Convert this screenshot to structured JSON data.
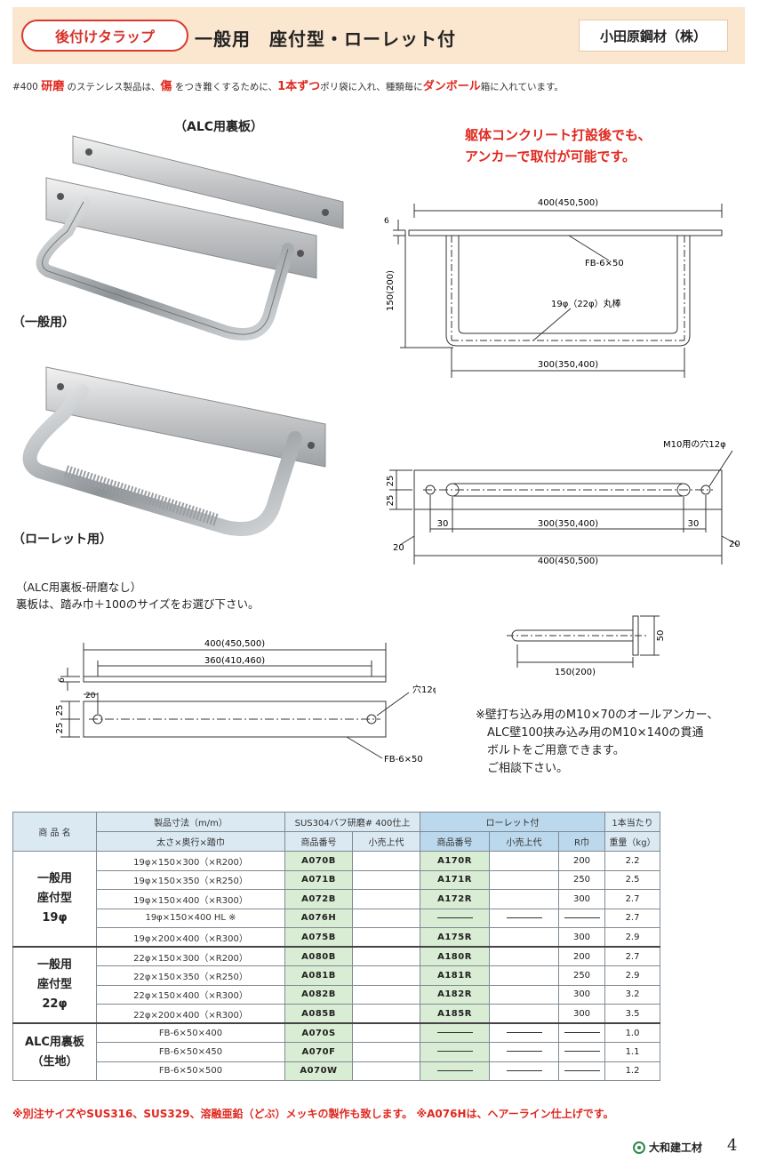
{
  "header": {
    "badge": "後付けタラップ",
    "title": "一般用　座付型・ローレット付",
    "company": "小田原鋼材（株）"
  },
  "intro": {
    "p1": "#400 ",
    "h1": "研磨",
    "p2": " のステンレス製品は、",
    "h2": "傷",
    "p3": " をつき難くするために、",
    "h3": "1本ずつ",
    "p4": "ポリ袋に入れ、種類毎に",
    "h4": "ダンボール",
    "p5": "箱に入れています。"
  },
  "labels": {
    "alc_back": "（ALC用裏板）",
    "general": "（一般用）",
    "knurled": "（ローレット用）"
  },
  "red_note": [
    "躯体コンクリート打設後でも、",
    "アンカーで取付が可能です。"
  ],
  "drawing1": {
    "width": "400(450,500)",
    "plate_t": "6",
    "height": "150(200)",
    "fb": "FB-6×50",
    "rod": "19φ（22φ）丸棒",
    "inner": "300(350,400)"
  },
  "drawing2": {
    "hole": "M10用の穴12φ",
    "h1": "25",
    "h2": "25",
    "edge_l": "30",
    "mid": "300(350,400)",
    "edge_r": "30",
    "off_l": "20",
    "off_r": "20",
    "total": "400(450,500)"
  },
  "alc_note": [
    "（ALC用裏板-研磨なし）",
    "裏板は、踏み巾＋100のサイズをお選び下さい。"
  ],
  "drawing3": {
    "outer": "400(450,500)",
    "inner": "360(410,460)",
    "t": "6",
    "off": "20",
    "h1": "25",
    "h2": "25",
    "hole": "穴12φ",
    "fb": "FB-6×50"
  },
  "drawing4": {
    "depth": "150(200)",
    "height": "50"
  },
  "anchor_note": [
    "※壁打ち込み用のM10×70のオールアンカー、",
    "ALC壁100挟み込み用のM10×140の貫通",
    "ボルトをご用意できます。",
    "ご相談下さい。"
  ],
  "table": {
    "h_product": "商 品 名",
    "h_dims": "製品寸法（m/m）",
    "h_dims_sub": "太さ×奥行×踏巾",
    "h_sus": "SUS304バフ研磨# 400仕上",
    "h_code": "商品番号",
    "h_price": "小売上代",
    "h_knurl": "ローレット付",
    "h_knurl_code": "商品番号",
    "h_knurl_price": "小売上代",
    "h_r": "R巾",
    "h_weight1": "1本当たり",
    "h_weight2": "重量（kg）",
    "groups": [
      {
        "name": [
          "一般用",
          "座付型",
          "19φ"
        ],
        "rows": [
          {
            "dim": "19φ×150×300（×R200）",
            "code": "A070B",
            "kcode": "A170R",
            "r": "200",
            "w": "2.2"
          },
          {
            "dim": "19φ×150×350（×R250）",
            "code": "A071B",
            "kcode": "A171R",
            "r": "250",
            "w": "2.5"
          },
          {
            "dim": "19φ×150×400（×R300）",
            "code": "A072B",
            "kcode": "A172R",
            "r": "300",
            "w": "2.7"
          },
          {
            "dim": "19φ×150×400 HL ※",
            "code": "A076H",
            "kcode": "",
            "r": "",
            "w": "2.7",
            "dashes": true
          },
          {
            "dim": "19φ×200×400（×R300）",
            "code": "A075B",
            "kcode": "A175R",
            "r": "300",
            "w": "2.9"
          }
        ]
      },
      {
        "name": [
          "一般用",
          "座付型",
          "22φ"
        ],
        "rows": [
          {
            "dim": "22φ×150×300（×R200）",
            "code": "A080B",
            "kcode": "A180R",
            "r": "200",
            "w": "2.7"
          },
          {
            "dim": "22φ×150×350（×R250）",
            "code": "A081B",
            "kcode": "A181R",
            "r": "250",
            "w": "2.9"
          },
          {
            "dim": "22φ×150×400（×R300）",
            "code": "A082B",
            "kcode": "A182R",
            "r": "300",
            "w": "3.2"
          },
          {
            "dim": "22φ×200×400（×R300）",
            "code": "A085B",
            "kcode": "A185R",
            "r": "300",
            "w": "3.5"
          }
        ]
      },
      {
        "name": [
          "ALC用裏板",
          "（生地）"
        ],
        "rows": [
          {
            "dim": "FB-6×50×400",
            "code": "A070S",
            "w": "1.0",
            "dashes": true
          },
          {
            "dim": "FB-6×50×450",
            "code": "A070F",
            "w": "1.1",
            "dashes": true
          },
          {
            "dim": "FB-6×50×500",
            "code": "A070W",
            "w": "1.2",
            "dashes": true
          }
        ]
      }
    ]
  },
  "footer_note": "※別注サイズやSUS316、SUS329、溶融亜鉛（どぶ）メッキの製作も致します。 ※A076Hは、ヘアーライン仕上げです。",
  "brand": "大和建工材",
  "page_number": "4"
}
